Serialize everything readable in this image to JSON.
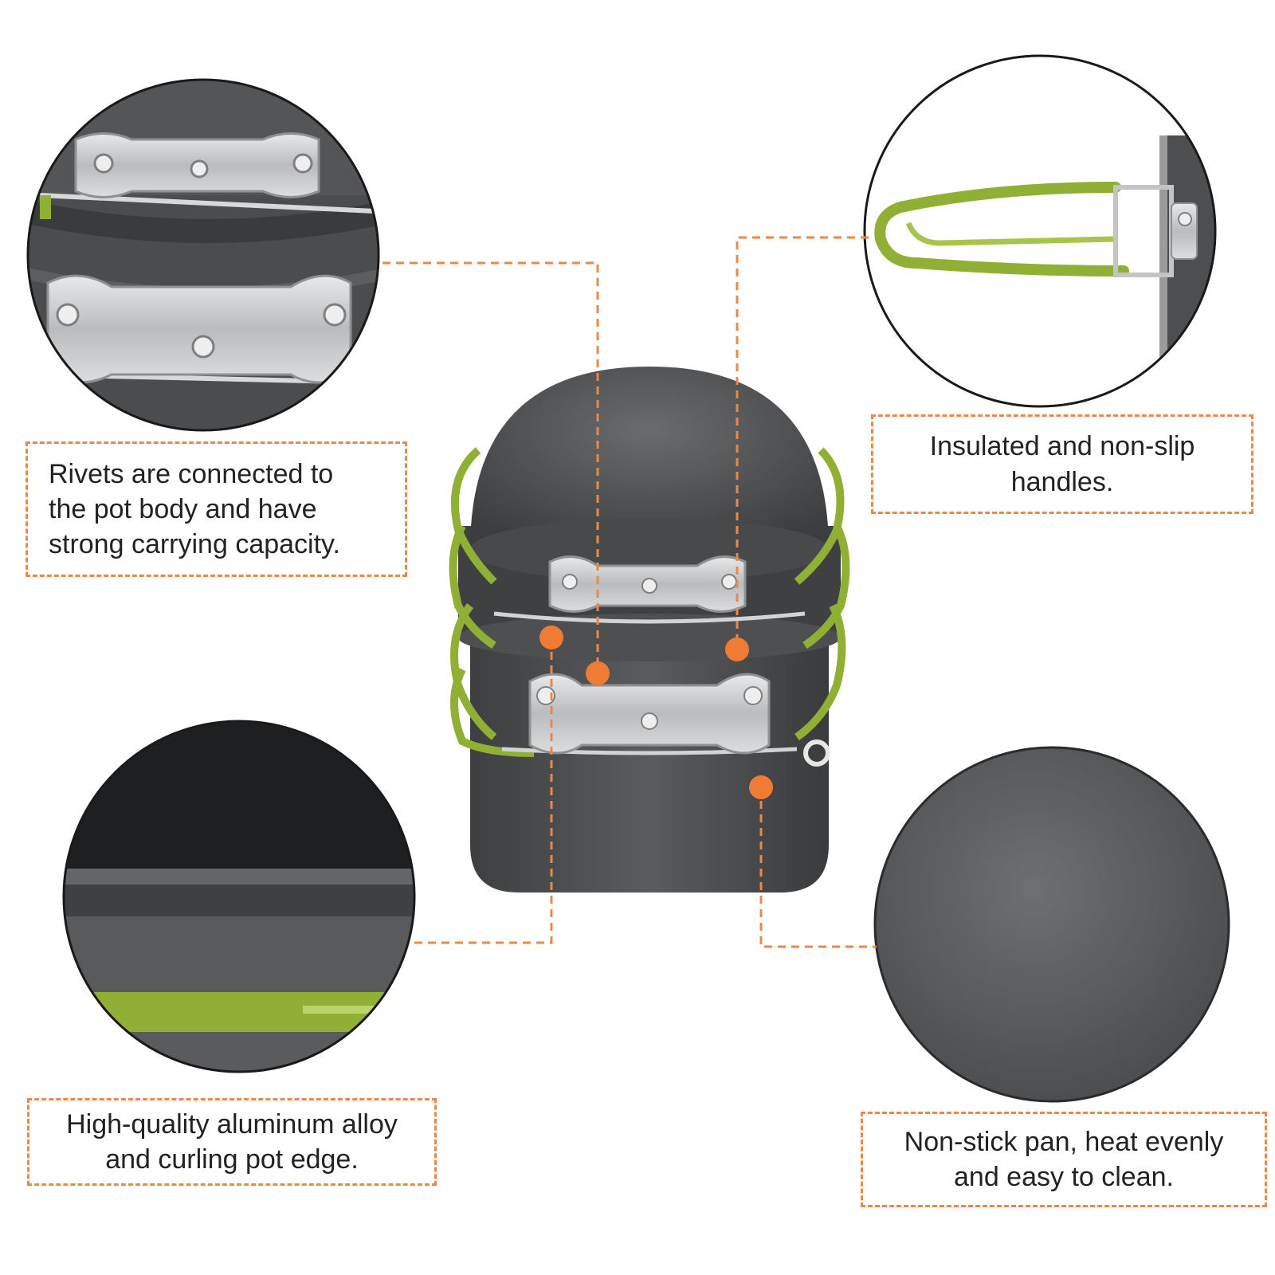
{
  "colors": {
    "accent_orange": "#f07b35",
    "dash_orange": "#e8894a",
    "handle_green": "#8fb035",
    "pot_gray": "#4a4b4d",
    "steel": "#c9cbcd"
  },
  "captions": {
    "rivets": "Rivets are connected to\nthe pot body and have\nstrong carrying capacity.",
    "handles": "Insulated and non-slip\nhandles.",
    "alloy": "High-quality aluminum alloy\nand curling pot edge.",
    "nonstick": "Non-stick pan, heat evenly\nand easy to clean."
  }
}
